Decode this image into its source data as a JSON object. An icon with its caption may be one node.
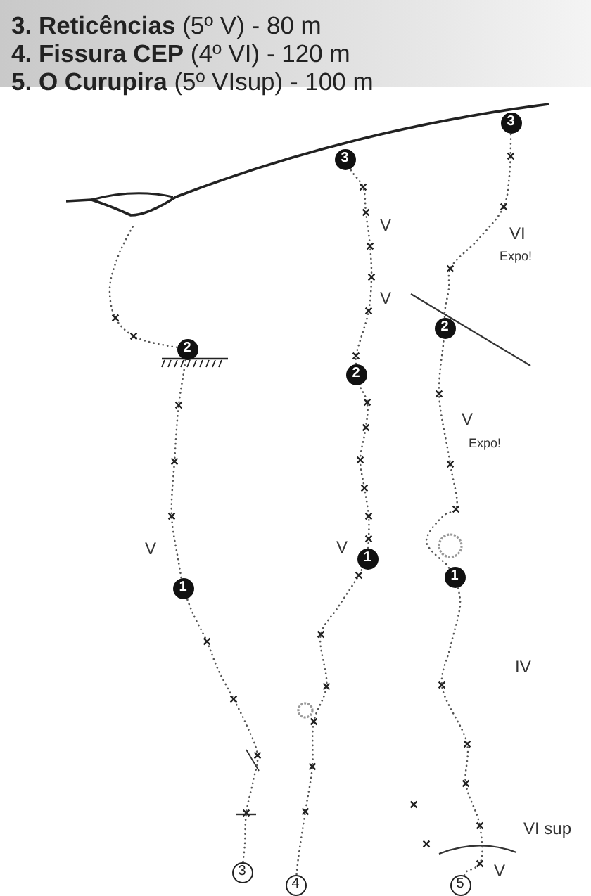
{
  "diagram": {
    "nodes": [
      {
        "text": [
          "3"
        ]
      },
      {
        "text": [
          "1"
        ]
      },
      {
        "text": [
          "2"
        ]
      },
      {
        "text": [
          "4"
        ]
      },
      {
        "text": [
          "1"
        ]
      },
      {
        "text": [
          "2"
        ]
      },
      {
        "text": [
          "3"
        ]
      },
      {
        "text": [
          "5"
        ]
      },
      {
        "text": [
          "1"
        ]
      },
      {
        "text": [
          "2"
        ]
      },
      {
        "text": [
          "3"
        ]
      }
    ],
    "edges": [
      {
        "from": 0,
        "to": 1,
        "arrow": "none"
      },
      {
        "from": 1,
        "to": 2,
        "arrow": "none"
      },
      {
        "from": 2,
        "to": null,
        "arrow": "none"
      },
      {
        "from": 3,
        "to": 4,
        "arrow": "none"
      },
      {
        "from": 4,
        "to": 5,
        "arrow": "none"
      },
      {
        "from": 5,
        "to": 6,
        "arrow": "none"
      },
      {
        "from": 7,
        "to": 8,
        "arrow": "none"
      },
      {
        "from": 8,
        "to": 9,
        "arrow": "none"
      },
      {
        "from": 9,
        "to": 10,
        "arrow": "none"
      }
    ],
    "labels": [
      "**3. Reticências** (5º V) - 80 m",
      "**4. Fissura CEP** (4º VI) - 120 m",
      "**5. O Curupira** (5º VIsup) - 100 m",
      "VI",
      "V",
      "Expo!",
      "V",
      "V",
      "Expo!",
      "V",
      "V",
      "IV",
      "VI sup",
      "V"
    ]
  }
}
